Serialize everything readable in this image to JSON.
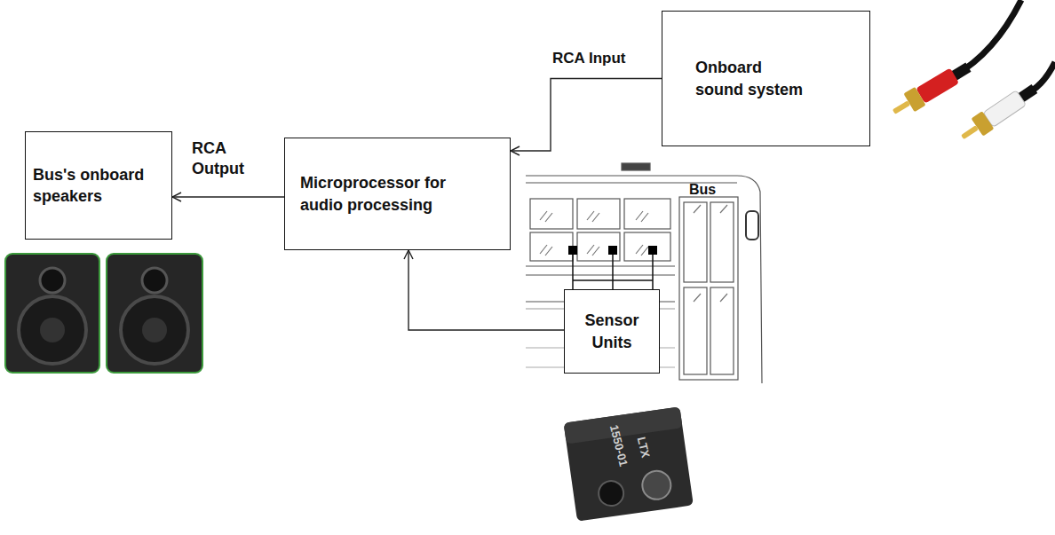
{
  "diagram": {
    "nodes": [
      {
        "text": [
          "Bus's onboard speakers"
        ]
      },
      {
        "text": [
          "Microprocessor for audio processing"
        ]
      },
      {
        "text": [
          "Onboard sound system"
        ]
      },
      {
        "text": [
          "Sensor Units"
        ]
      }
    ],
    "edges": [
      {
        "from": 2,
        "to": 1,
        "arrow": "to",
        "label": "RCA Input"
      },
      {
        "from": 1,
        "to": 0,
        "arrow": "to",
        "label": "RCA Output"
      },
      {
        "from": 3,
        "to": 1,
        "arrow": "to"
      }
    ],
    "labels": [
      "Bus",
      "1550-01",
      "LTX"
    ]
  }
}
